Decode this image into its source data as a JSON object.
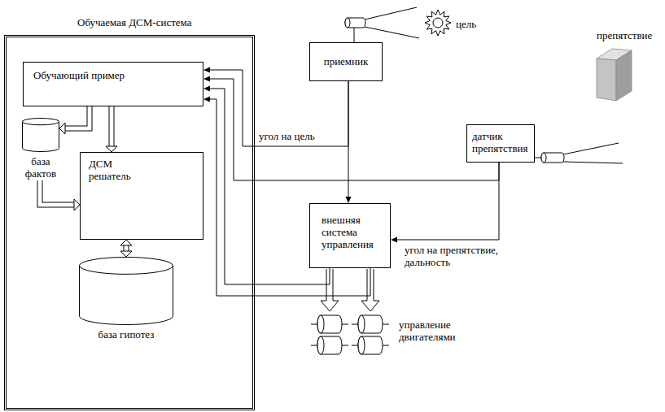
{
  "diagram": {
    "nodes": [
      {
        "text": [
          "Обучаемая ДСМ-система"
        ]
      },
      {
        "text": [
          "Обучающий пример"
        ],
        "in": 0
      },
      {
        "text": [
          "база фактов"
        ],
        "in": 0
      },
      {
        "text": [
          "ДСМ решатель"
        ],
        "in": 0
      },
      {
        "text": [
          "база гипотез"
        ],
        "in": 0
      },
      {
        "text": [
          "приемник"
        ]
      },
      {
        "text": [
          "датчик препятствия"
        ]
      },
      {
        "text": [
          "внешняя система управления"
        ]
      }
    ],
    "edges": [
      {
        "from": 1,
        "to": 2,
        "arrow": "to"
      },
      {
        "from": 1,
        "to": 3,
        "arrow": "to"
      },
      {
        "from": 2,
        "to": 3,
        "arrow": "to"
      },
      {
        "from": 3,
        "to": 4,
        "arrow": "both"
      },
      {
        "from": 5,
        "to": 1,
        "label": "угол на цель",
        "arrow": "to"
      },
      {
        "from": 5,
        "to": 7,
        "arrow": "to"
      },
      {
        "from": 6,
        "to": 1,
        "arrow": "to"
      },
      {
        "from": 6,
        "to": 7,
        "label": "угол на препятствие, дальность",
        "arrow": "to"
      },
      {
        "from": 7,
        "to": 1,
        "arrow": "to"
      },
      {
        "from": 7,
        "to": 1,
        "arrow": "to"
      }
    ],
    "labels": [
      "цель",
      "препятствие",
      "управление двигателями"
    ]
  }
}
